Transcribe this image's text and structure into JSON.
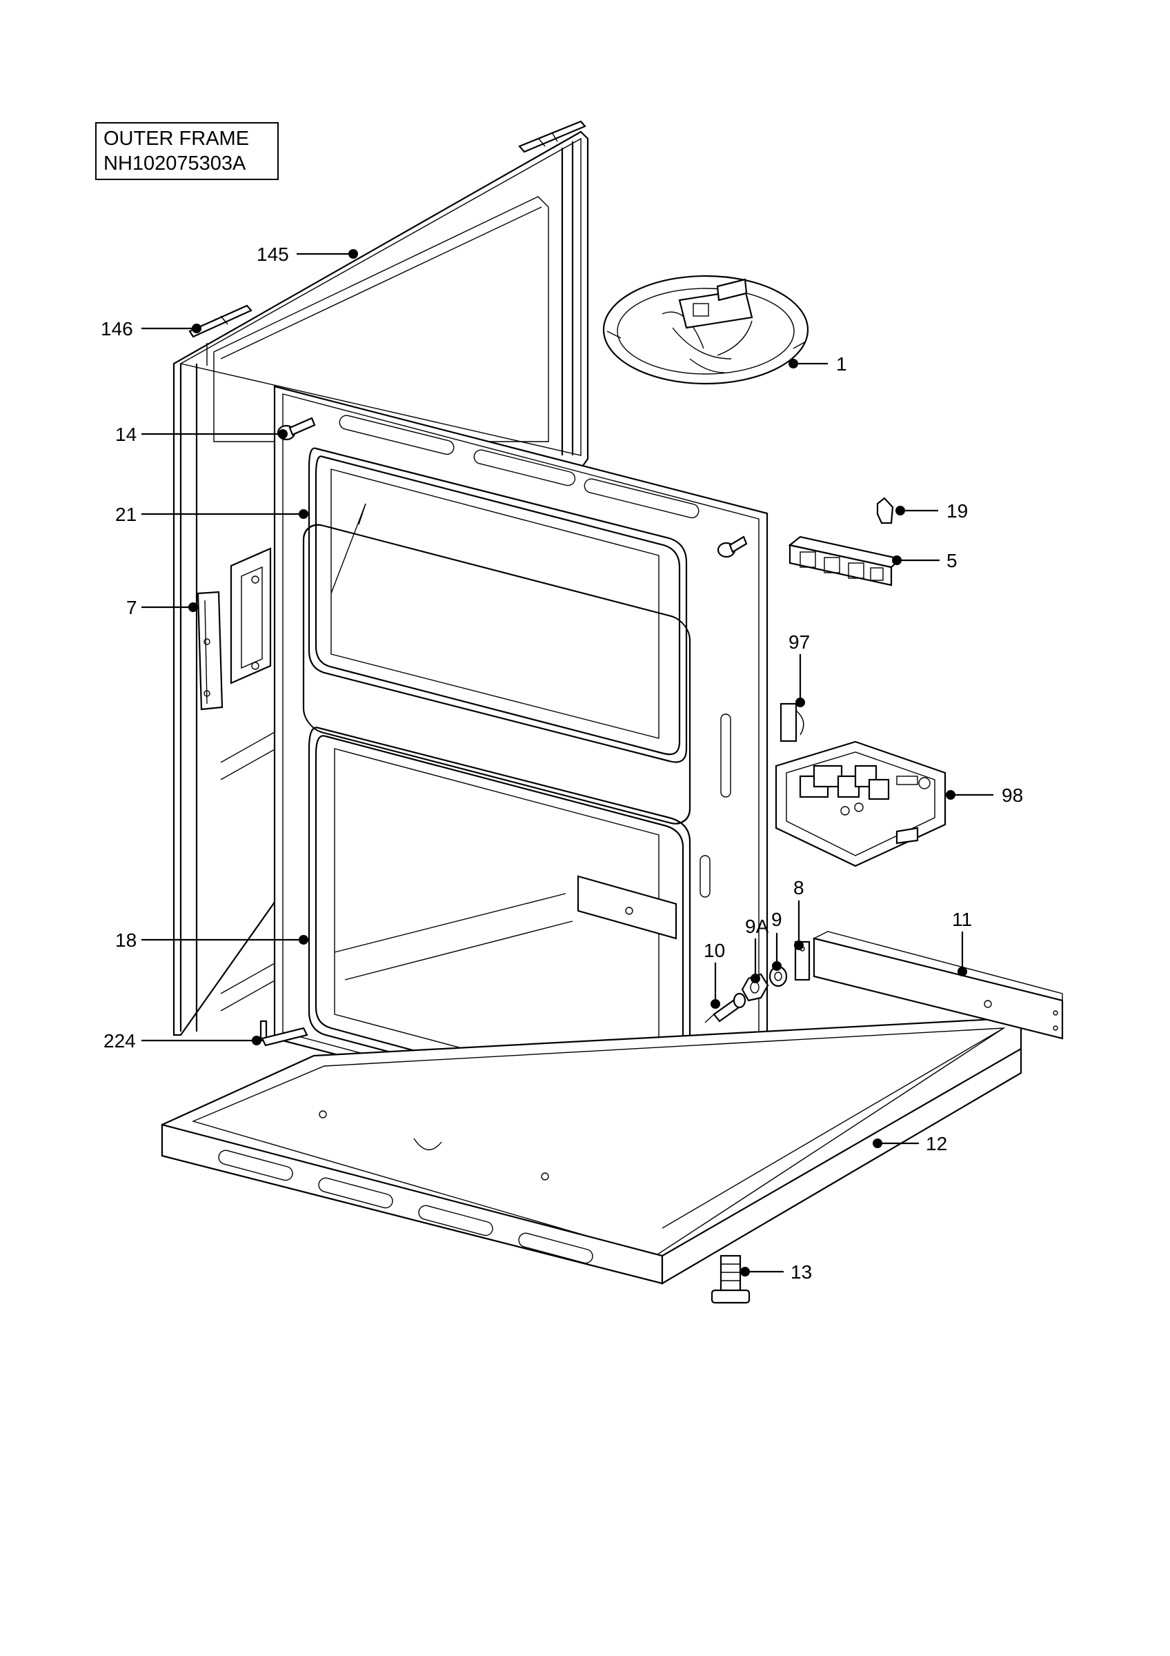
{
  "title": {
    "line1": "OUTER FRAME",
    "line2": "NH102075303A"
  },
  "callouts": {
    "c145": "145",
    "c146": "146",
    "c1": "1",
    "c14": "14",
    "c21": "21",
    "c19": "19",
    "c5": "5",
    "c7": "7",
    "c97": "97",
    "c98": "98",
    "c8": "8",
    "c9A": "9A",
    "c9": "9",
    "c11": "11",
    "c10": "10",
    "c18": "18",
    "c224": "224",
    "c12": "12",
    "c13": "13"
  }
}
